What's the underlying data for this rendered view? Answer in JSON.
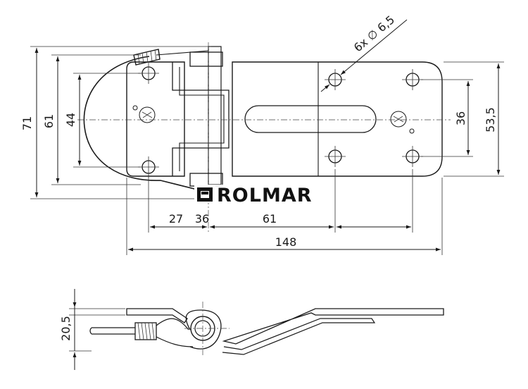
{
  "brand": {
    "name": "ROLMAR"
  },
  "dimensions": {
    "overall_height": "71",
    "outer_hole_height": "61",
    "inner_hole_height": "44",
    "right_hole_spacing": "36",
    "right_plate_height": "53,5",
    "left_offset": "27",
    "pivot_offset": "36",
    "hole_pitch": "61",
    "overall_length": "148",
    "side_height": "20,5",
    "hole_callout": "6x ∅ 6,5"
  },
  "colors": {
    "line": "#1a1a1a",
    "background": "#ffffff"
  }
}
